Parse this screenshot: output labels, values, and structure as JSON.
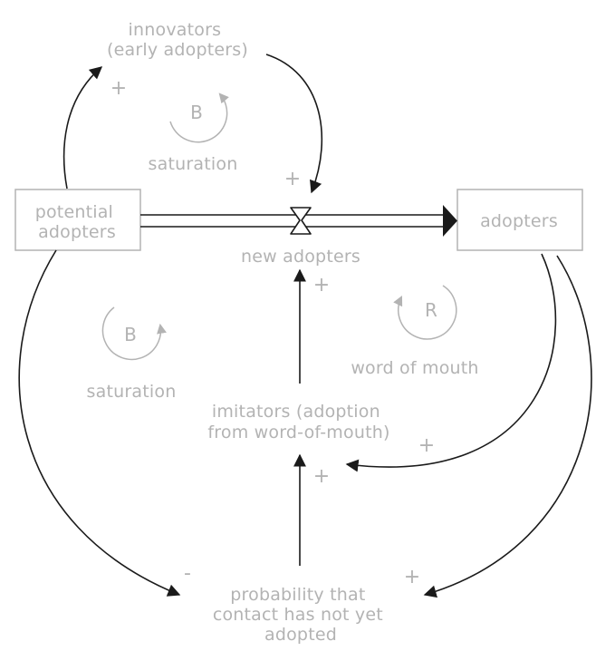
{
  "stocks": {
    "potential_adopters": [
      "potential",
      "adopters"
    ],
    "adopters": "adopters"
  },
  "flow": {
    "label": "new adopters"
  },
  "variables": {
    "innovators": [
      "innovators",
      "(early adopters)"
    ],
    "imitators": [
      "imitators (adoption",
      "from word-of-mouth)"
    ],
    "probability": [
      "probability that",
      "contact has not yet",
      "adopted"
    ]
  },
  "loops": {
    "top_balancing": {
      "symbol": "B",
      "name": "saturation"
    },
    "left_balancing": {
      "symbol": "B",
      "name": "saturation"
    },
    "reinforcing": {
      "symbol": "R",
      "name": "word of mouth"
    }
  },
  "polarities": {
    "potential_to_innovators": "+",
    "innovators_to_flow": "+",
    "imitators_to_flow": "+",
    "adopters_to_imitators": "+",
    "probability_to_imitators": "+",
    "potential_to_probability": "-",
    "adopters_to_probability": "+"
  },
  "colors": {
    "text": "#b3b3b3",
    "links": "#1a1a1a",
    "background": "#ffffff"
  }
}
